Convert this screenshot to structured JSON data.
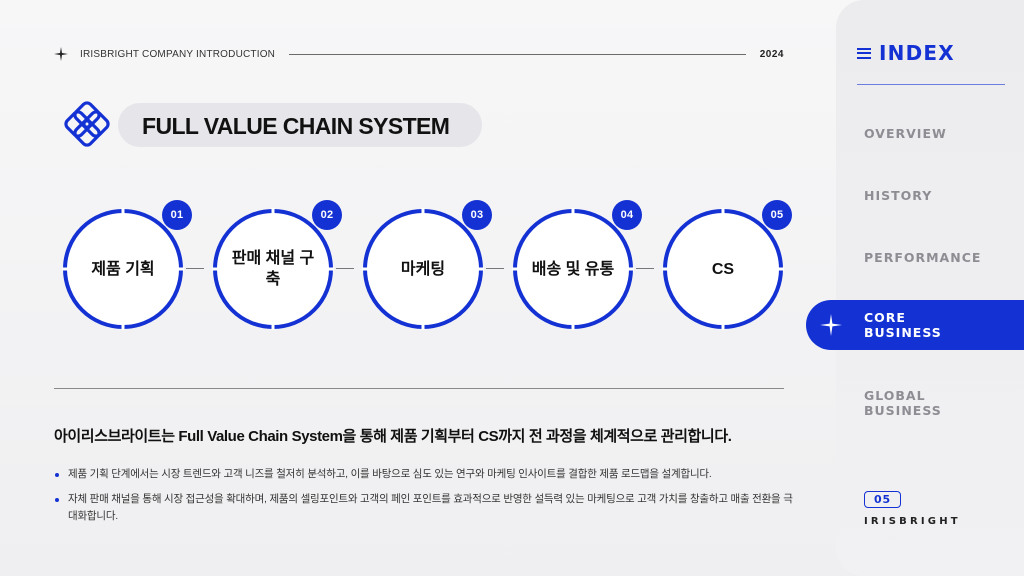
{
  "header": {
    "company": "IRISBRIGHT COMPANY INTRODUCTION",
    "year": "2024"
  },
  "title": "FULL VALUE CHAIN SYSTEM",
  "steps": [
    {
      "num": "01",
      "label": "제품 기획"
    },
    {
      "num": "02",
      "label": "판매 채널 구축"
    },
    {
      "num": "03",
      "label": "마케팅"
    },
    {
      "num": "04",
      "label": "배송 및 유통"
    },
    {
      "num": "05",
      "label": "CS"
    }
  ],
  "summary": "아이리스브라이트는 Full Value Chain System을 통해 제품 기획부터 CS까지 전 과정을 체계적으로 관리합니다.",
  "bullets": [
    "제품 기획 단계에서는 시장 트렌드와 고객 니즈를 철저히 분석하고, 이를 바탕으로 심도 있는 연구와 마케팅 인사이트를 결합한 제품 로드맵을 설계합니다.",
    "자체 판매 채널을 통해 시장 접근성을 확대하며, 제품의 셀링포인트와 고객의 페인 포인트를 효과적으로 반영한 설득력 있는 마케팅으로 고객 가치를 창출하고 매출 전환을 극대화합니다."
  ],
  "sidebar": {
    "index_label": "INDEX",
    "items": [
      "OVERVIEW",
      "HISTORY",
      "PERFORMANCE",
      "CORE BUSINESS",
      "GLOBAL BUSINESS"
    ],
    "active": "CORE BUSINESS",
    "page": "05",
    "brand": "IRISBRIGHT"
  },
  "colors": {
    "accent": "#1432d4",
    "nav_inactive": "#8d8d93"
  }
}
